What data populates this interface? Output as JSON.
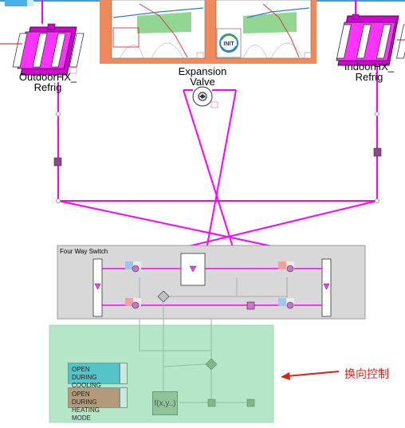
{
  "components": {
    "outdoor_hx": {
      "label_line1": "OutdoorHX_",
      "label_line2": "Refrig"
    },
    "indoor_hx": {
      "label_line1": "IndoorHX_",
      "label_line2": "Refrig"
    },
    "expansion_valve": {
      "label_line1": "Expansion",
      "label_line2": "Valve"
    },
    "init_button": {
      "label": "INIT"
    }
  },
  "four_way_switch": {
    "title": "Four Way Switch"
  },
  "control": {
    "note_cooling_line1": "OPEN DURING",
    "note_cooling_line2": "COOLING",
    "note_heating_line1": "OPEN DURING",
    "note_heating_line2": "HEATING MODE",
    "function_block": "f(x,y..)"
  },
  "annotation": {
    "text": "换向控制"
  },
  "colors": {
    "pipe": "#ff00ff",
    "switch_bg": "#d8d8d8",
    "control_bg": "#b6e6c8",
    "orange_panel": "#f08a5a",
    "annotation": "#d9221c"
  }
}
